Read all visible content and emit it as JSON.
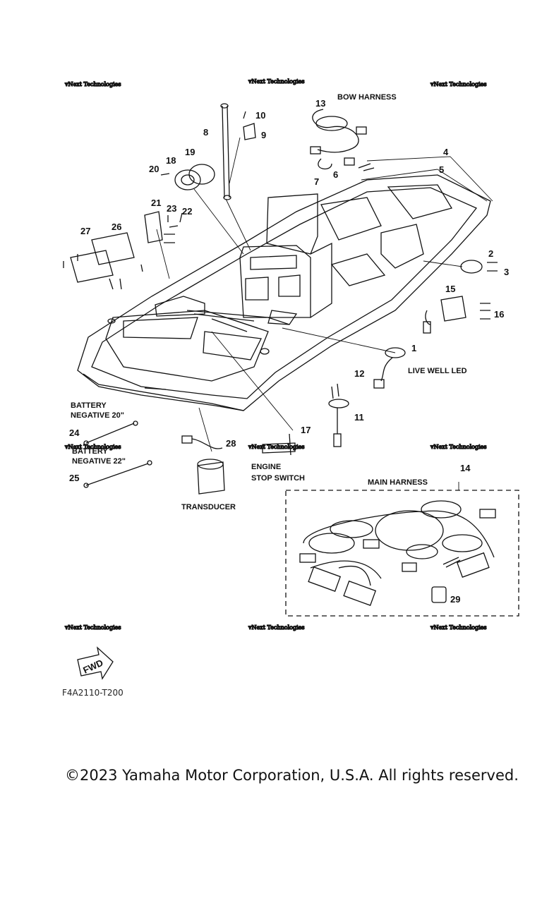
{
  "captions": {
    "bow_harness": "BOW HARNESS",
    "main_harness": "MAIN HARNESS",
    "live_well_led": "LIVE WELL LED",
    "transducer": "TRANSDUCER",
    "engine_stop_1": "ENGINE",
    "engine_stop_2": "STOP SWITCH",
    "battery_20_1": "BATTERY",
    "battery_20_2": "NEGATIVE 20\"",
    "battery_22_1": "BATTERY",
    "battery_22_2": "NEGATIVE 22\""
  },
  "part_numbers": [
    "1",
    "2",
    "3",
    "4",
    "5",
    "6",
    "7",
    "8",
    "9",
    "10",
    "11",
    "12",
    "13",
    "14",
    "15",
    "16",
    "17",
    "18",
    "19",
    "20",
    "21",
    "22",
    "23",
    "24",
    "25",
    "26",
    "27",
    "28",
    "29"
  ],
  "watermark": "vNext Technologies",
  "fwd_label": "FWD",
  "reference_code": "F4A2110-T200",
  "copyright": "©2023 Yamaha Motor Corporation, U.S.A. All rights reserved."
}
